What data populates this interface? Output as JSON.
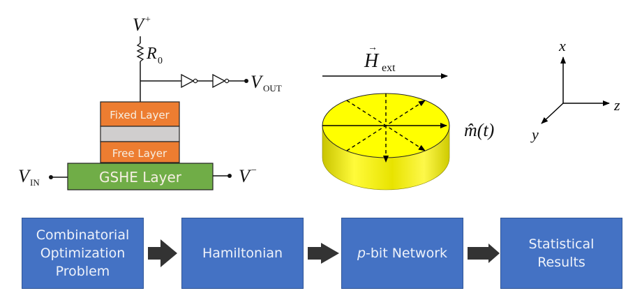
{
  "circuit": {
    "supply_label": "V",
    "supply_sup": "+",
    "resistor_label": "R",
    "resistor_sub": "0",
    "output_label": "V",
    "output_sub": "OUT",
    "input_label": "V",
    "input_sub": "IN",
    "ground_label": "V",
    "ground_sup": "−",
    "layers": {
      "fixed": "Fixed Layer",
      "free": "Free Layer",
      "gshe": "GSHE Layer"
    },
    "colors": {
      "fixed": "#ed7d31",
      "barrier": "#d0cece",
      "free": "#ed7d31",
      "gshe": "#70ad47"
    }
  },
  "magnet": {
    "field_label": "H",
    "field_sub": "ext",
    "moment_label": "m̂(t)",
    "color": "#ffff00"
  },
  "axes": {
    "x": "x",
    "y": "y",
    "z": "z"
  },
  "flow": {
    "steps": [
      {
        "label": "Combinatorial\nOptimization\nProblem"
      },
      {
        "label": "Hamiltonian"
      },
      {
        "label_italic": "p",
        "label": "-bit Network"
      },
      {
        "label": "Statistical\nResults"
      }
    ],
    "box_color": "#4472c4",
    "arrow_color": "#333333"
  }
}
